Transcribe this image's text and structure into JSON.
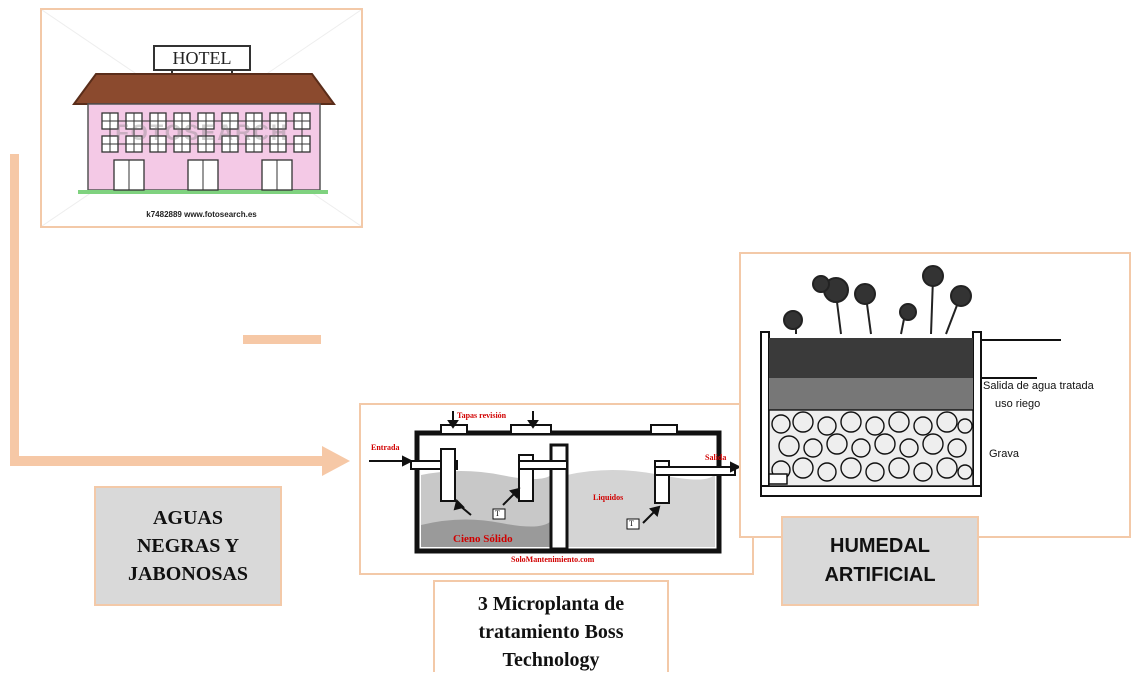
{
  "hotel": {
    "sign": "HOTEL",
    "watermark": "FOTOSEARCH",
    "caption": "k7482889  www.fotosearch.es"
  },
  "tank": {
    "label_top": "Tapas revisión",
    "label_in": "Entrada",
    "label_out": "Salida",
    "label_liquid": "Liquidos",
    "label_sludge": "Cieno Sólido",
    "label_t1": "T",
    "label_t2": "T",
    "credit": "SoloMantenimiento.com"
  },
  "wetland": {
    "label_outlet_1": "Salida de agua tratada",
    "label_outlet_2": "uso riego",
    "label_gravel": "Grava"
  },
  "boxes": {
    "aguas": [
      "AGUAS",
      "NEGRAS Y",
      "JABONOSAS"
    ],
    "micro": [
      "3 Microplanta de",
      "tratamiento Boss",
      "Technology"
    ],
    "humedal": [
      "HUMEDAL",
      "ARTIFICIAL"
    ]
  },
  "colors": {
    "arrow": "#f6c8a6",
    "frame_border": "#f3c9a8",
    "box_fill": "#d9d9d9",
    "tank_label": "#d10000",
    "roof": "#8b4a2e",
    "wall": "#f4c9e6"
  }
}
